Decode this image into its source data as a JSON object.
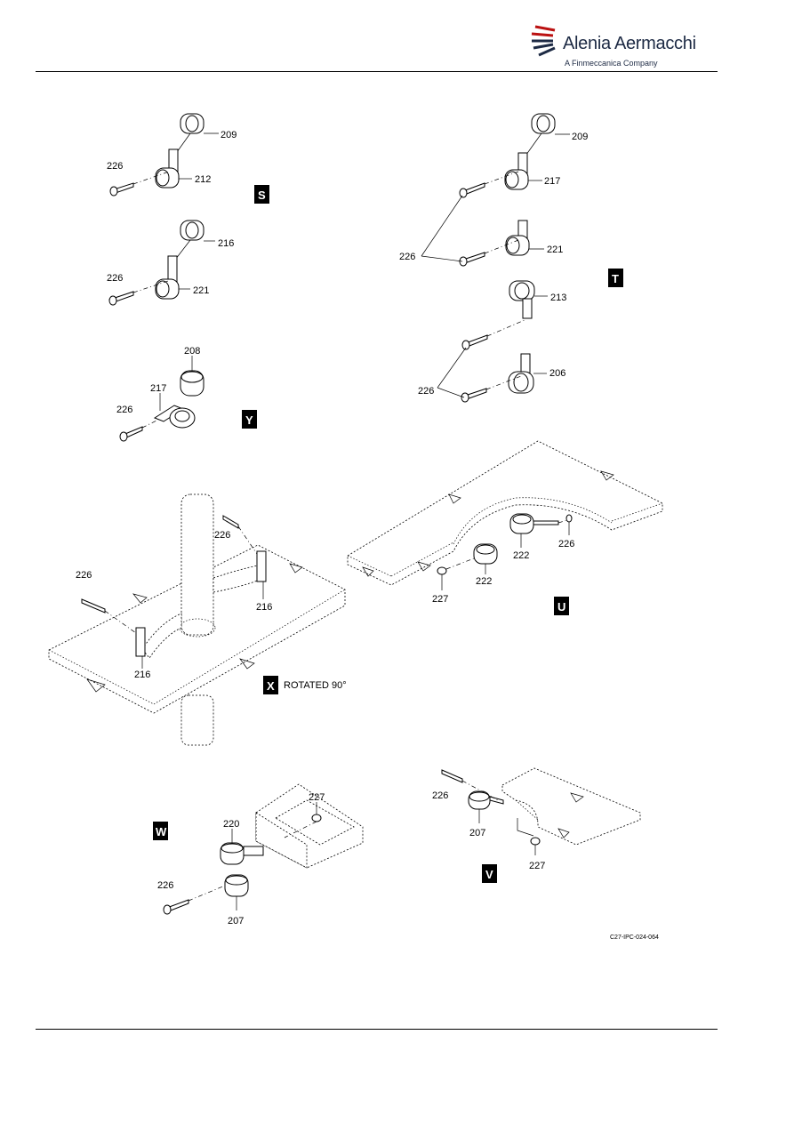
{
  "header": {
    "brand_name": "Alenia Aermacchi",
    "brand_tagline": "A Finmeccanica Company"
  },
  "views": {
    "S": {
      "letter": "S",
      "callouts": [
        "209",
        "226",
        "212",
        "216",
        "226",
        "221"
      ]
    },
    "T": {
      "letter": "T",
      "callouts": [
        "209",
        "217",
        "226",
        "221",
        "213",
        "226",
        "206"
      ]
    },
    "Y": {
      "letter": "Y",
      "callouts": [
        "208",
        "217",
        "226"
      ]
    },
    "X": {
      "letter": "X",
      "note": "ROTATED 90°",
      "callouts": [
        "226",
        "226",
        "216",
        "216"
      ]
    },
    "U": {
      "letter": "U",
      "callouts": [
        "222",
        "226",
        "222",
        "227"
      ]
    },
    "W": {
      "letter": "W",
      "callouts": [
        "227",
        "220",
        "226",
        "207"
      ]
    },
    "V": {
      "letter": "V",
      "callouts": [
        "226",
        "207",
        "227"
      ]
    }
  },
  "figure_ref": "C27-IPC-024-064"
}
